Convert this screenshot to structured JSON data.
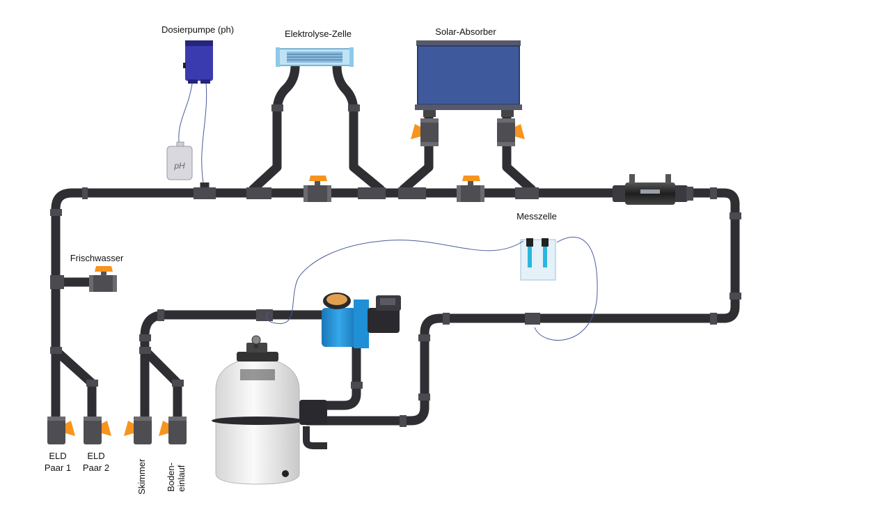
{
  "labels": {
    "dosierpumpe": "Dosierpumpe (ph)",
    "elektrolyse": "Elektrolyse-Zelle",
    "solar": "Solar-Absorber",
    "messzelle": "Messzelle",
    "frischwasser": "Frischwasser",
    "eld1_line1": "ELD",
    "eld1_line2": "Paar 1",
    "eld2_line1": "ELD",
    "eld2_line2": "Paar 2",
    "skimmer": "Skimmer",
    "boden_line1": "Boden-",
    "boden_line2": "einlauf",
    "ph_canister": "pH"
  },
  "colors": {
    "pipe": "#2f2f33",
    "valve_handle": "#f7941d",
    "pump_body": "#1f8fd6",
    "dosing_pump": "#3b3bb0",
    "solar_panel": "#3f5a9c",
    "cell_glass": "#bfe3f5",
    "sensor": "#2bb6e0",
    "filter_tank": "#f2f2f2"
  },
  "icons": [
    "valve-icon",
    "dosing-pump-icon",
    "electrolysis-cell-icon",
    "solar-absorber-icon",
    "heat-exchanger-icon",
    "measuring-cell-icon",
    "circulation-pump-icon",
    "sand-filter-icon",
    "ph-canister-icon"
  ]
}
